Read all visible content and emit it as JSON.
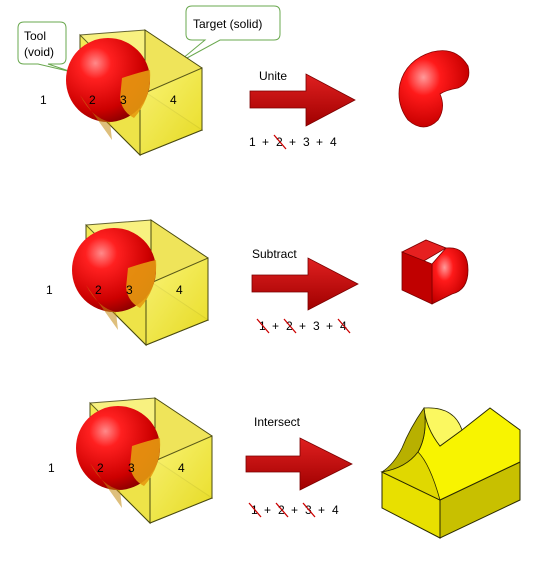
{
  "callouts": {
    "tool": [
      "Tool",
      "(void)"
    ],
    "target": "Target (solid)"
  },
  "region_labels": [
    "1",
    "2",
    "3",
    "4"
  ],
  "rows": [
    {
      "operation": "Unite",
      "formula_terms": [
        {
          "text": "1",
          "struck": false
        },
        {
          "text": "2",
          "struck": true
        },
        {
          "text": "3",
          "struck": false
        },
        {
          "text": "4",
          "struck": false
        }
      ]
    },
    {
      "operation": "Subtract",
      "formula_terms": [
        {
          "text": "1",
          "struck": true
        },
        {
          "text": "2",
          "struck": true
        },
        {
          "text": "3",
          "struck": false
        },
        {
          "text": "4",
          "struck": true
        }
      ]
    },
    {
      "operation": "Intersect",
      "formula_terms": [
        {
          "text": "1",
          "struck": true
        },
        {
          "text": "2",
          "struck": true
        },
        {
          "text": "3",
          "struck": true
        },
        {
          "text": "4",
          "struck": false
        }
      ]
    }
  ],
  "colors": {
    "cube_yellow": "#f5ec3a",
    "cube_edge": "#4a4a10",
    "sphere_red": "#e00000",
    "overlap_orange": "#e69a10",
    "arrow_red": "#c00000",
    "callout_border": "#6aa84f",
    "strike_red": "#cc0000"
  }
}
